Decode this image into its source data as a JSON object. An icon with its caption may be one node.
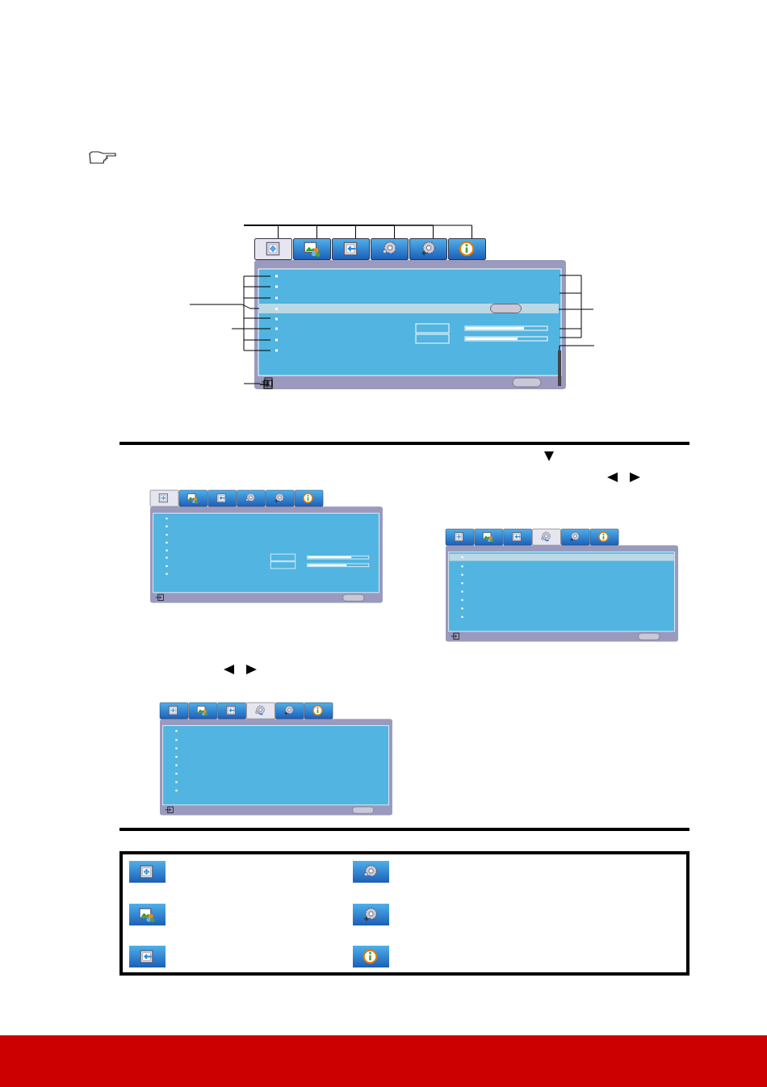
{
  "diagram": {
    "nodes": [
      {
        "text": [],
        "shape": "box"
      },
      {
        "text": [],
        "shape": "box"
      },
      {
        "text": [],
        "shape": "box"
      },
      {
        "text": [],
        "shape": "box"
      },
      {
        "text": [],
        "shape": "box"
      },
      {
        "text": [],
        "shape": "box"
      },
      {
        "text": [],
        "shape": "bar"
      },
      {
        "text": [],
        "shape": "box"
      },
      {
        "text": [],
        "shape": "bar"
      }
    ],
    "edges": [
      {
        "from": null,
        "to": 0,
        "arrow": "none"
      },
      {
        "from": null,
        "to": 1,
        "arrow": "none"
      },
      {
        "from": null,
        "to": 2,
        "arrow": "none"
      },
      {
        "from": null,
        "to": 3,
        "arrow": "none"
      },
      {
        "from": null,
        "to": 4,
        "arrow": "none"
      },
      {
        "from": null,
        "to": 5,
        "arrow": "none"
      },
      {
        "from": null,
        "to": 6,
        "arrow": "none"
      },
      {
        "from": null,
        "to": 6,
        "arrow": "none"
      },
      {
        "from": null,
        "to": 7,
        "arrow": "none"
      },
      {
        "from": null,
        "to": 8,
        "arrow": "none"
      }
    ]
  }
}
